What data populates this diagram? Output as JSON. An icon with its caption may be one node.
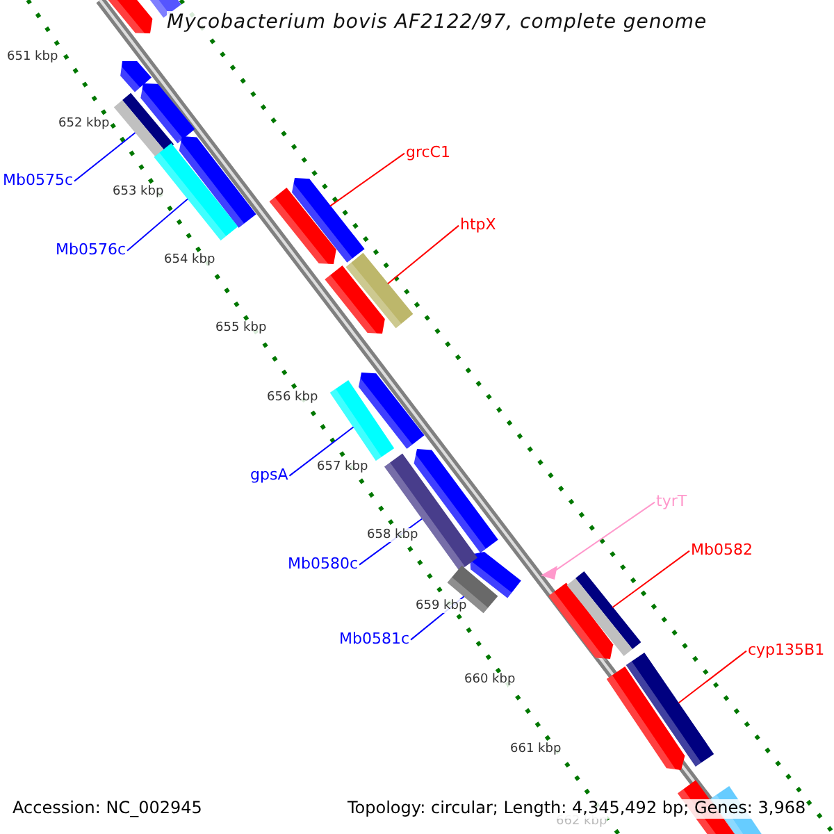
{
  "diagram": {
    "title": "Mycobacterium bovis AF2122/97, complete genome",
    "nodes": [
      {
        "text": [
          "Mb0575c"
        ]
      },
      {
        "text": [],
        "shape": "arrow"
      },
      {
        "text": [
          "Mb0576c"
        ]
      },
      {
        "text": [],
        "shape": "arrow"
      },
      {
        "text": [
          "grcC1"
        ]
      },
      {
        "text": [],
        "shape": "arrow"
      },
      {
        "text": [
          "htpX"
        ]
      },
      {
        "text": [],
        "shape": "arrow"
      },
      {
        "text": [
          "gpsA"
        ]
      },
      {
        "text": [],
        "shape": "arrow"
      },
      {
        "text": [
          "Mb0580c"
        ]
      },
      {
        "text": [],
        "shape": "arrow"
      },
      {
        "text": [
          "Mb0581c"
        ]
      },
      {
        "text": [],
        "shape": "arrow"
      },
      {
        "text": [
          "tyrT"
        ]
      },
      {
        "text": [],
        "shape": "triangle"
      },
      {
        "text": [
          "Mb0582"
        ]
      },
      {
        "text": [],
        "shape": "arrow"
      },
      {
        "text": [
          "cyp135B1"
        ]
      },
      {
        "text": [],
        "shape": "arrow"
      }
    ],
    "edges": [
      {
        "from": 0,
        "to": 1,
        "arrow": "none",
        "color": "#0000ff"
      },
      {
        "from": 2,
        "to": 3,
        "arrow": "none",
        "color": "#0000ff"
      },
      {
        "from": 4,
        "to": 5,
        "arrow": "none",
        "color": "#ff0000"
      },
      {
        "from": 6,
        "to": 7,
        "arrow": "none",
        "color": "#ff0000"
      },
      {
        "from": 8,
        "to": 9,
        "arrow": "none",
        "color": "#0000ff"
      },
      {
        "from": 10,
        "to": 11,
        "arrow": "none",
        "color": "#0000ff"
      },
      {
        "from": 12,
        "to": 13,
        "arrow": "none",
        "color": "#0000ff"
      },
      {
        "from": 14,
        "to": 15,
        "arrow": "none",
        "color": "#ff99cc"
      },
      {
        "from": 16,
        "to": 17,
        "arrow": "none",
        "color": "#ff0000"
      },
      {
        "from": 18,
        "to": 19,
        "arrow": "none",
        "color": "#ff0000"
      }
    ],
    "labels": [
      "651 kbp",
      "652 kbp",
      "653 kbp",
      "654 kbp",
      "655 kbp",
      "656 kbp",
      "657 kbp",
      "658 kbp",
      "659 kbp",
      "660 kbp",
      "661 kbp",
      "662 kbp",
      "Accession: NC_002945",
      "Topology: circular; Length: 4,345,492 bp; Genes: 3,968"
    ]
  }
}
